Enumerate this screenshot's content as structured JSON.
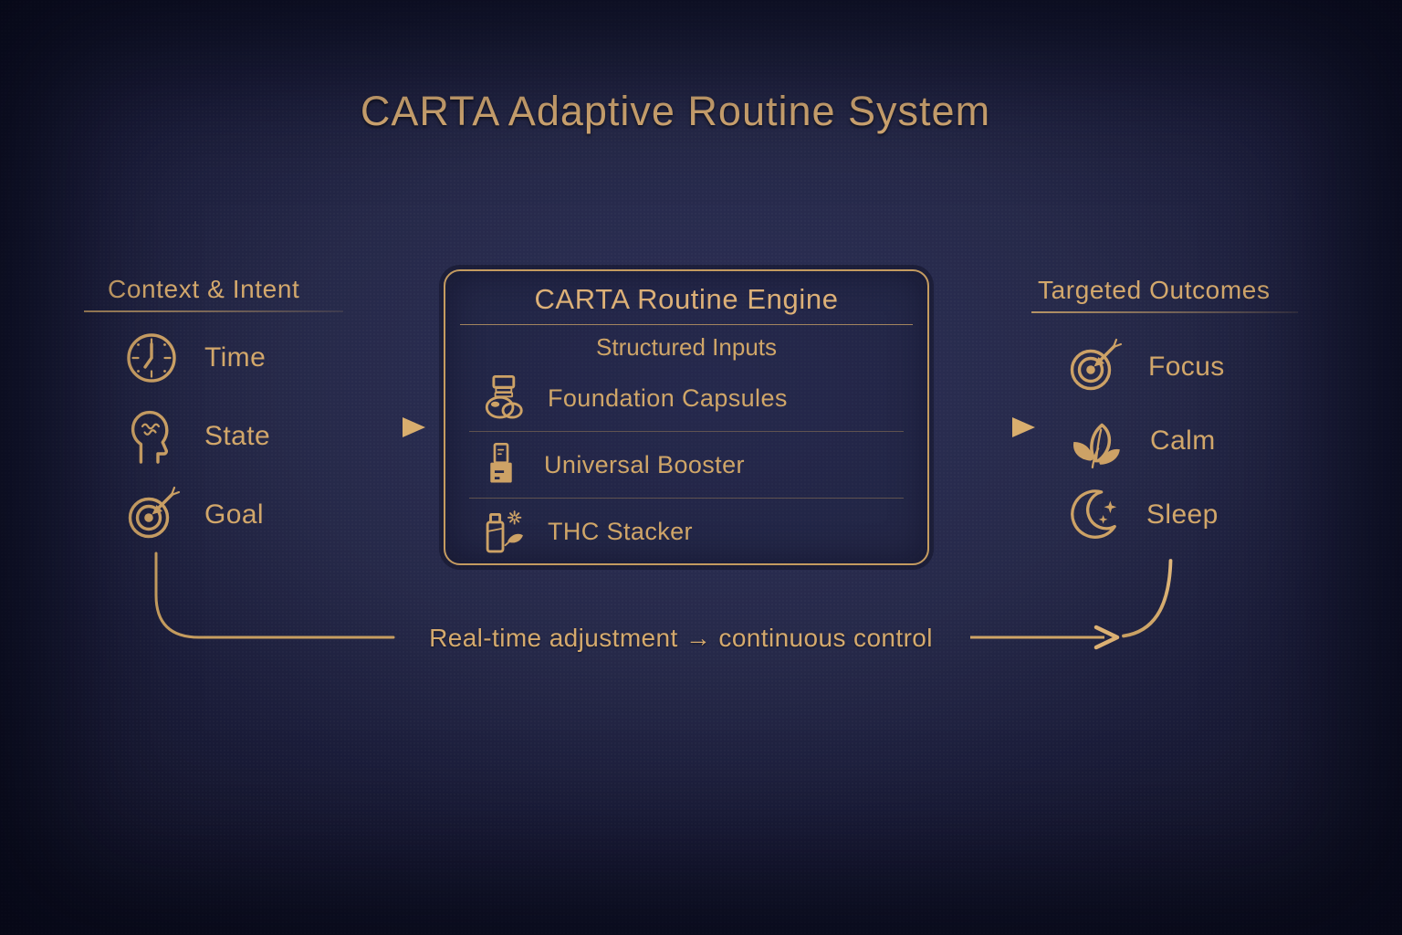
{
  "title": "CARTA Adaptive Routine System",
  "context": {
    "heading": "Context & Intent",
    "items": [
      {
        "icon": "clock-icon",
        "label": "Time"
      },
      {
        "icon": "head-state-icon",
        "label": "State"
      },
      {
        "icon": "target-goal-icon",
        "label": "Goal"
      }
    ]
  },
  "engine": {
    "title": "CARTA Routine Engine",
    "subtitle": "Structured Inputs",
    "items": [
      {
        "icon": "capsules-icon",
        "label": "Foundation Capsules"
      },
      {
        "icon": "booster-bottle-icon",
        "label": "Universal Booster"
      },
      {
        "icon": "thc-vial-icon",
        "label": "THC Stacker"
      }
    ]
  },
  "outcomes": {
    "heading": "Targeted Outcomes",
    "items": [
      {
        "icon": "target-focus-icon",
        "label": "Focus"
      },
      {
        "icon": "leaves-icon",
        "label": "Calm"
      },
      {
        "icon": "moon-icon",
        "label": "Sleep"
      }
    ]
  },
  "feedback": {
    "label": "Real-time adjustment → continuous control"
  },
  "colors": {
    "gold": "#cda266",
    "gold_bright": "#ddb178",
    "background_center": "#2b2e55",
    "background_edge": "#121329"
  }
}
